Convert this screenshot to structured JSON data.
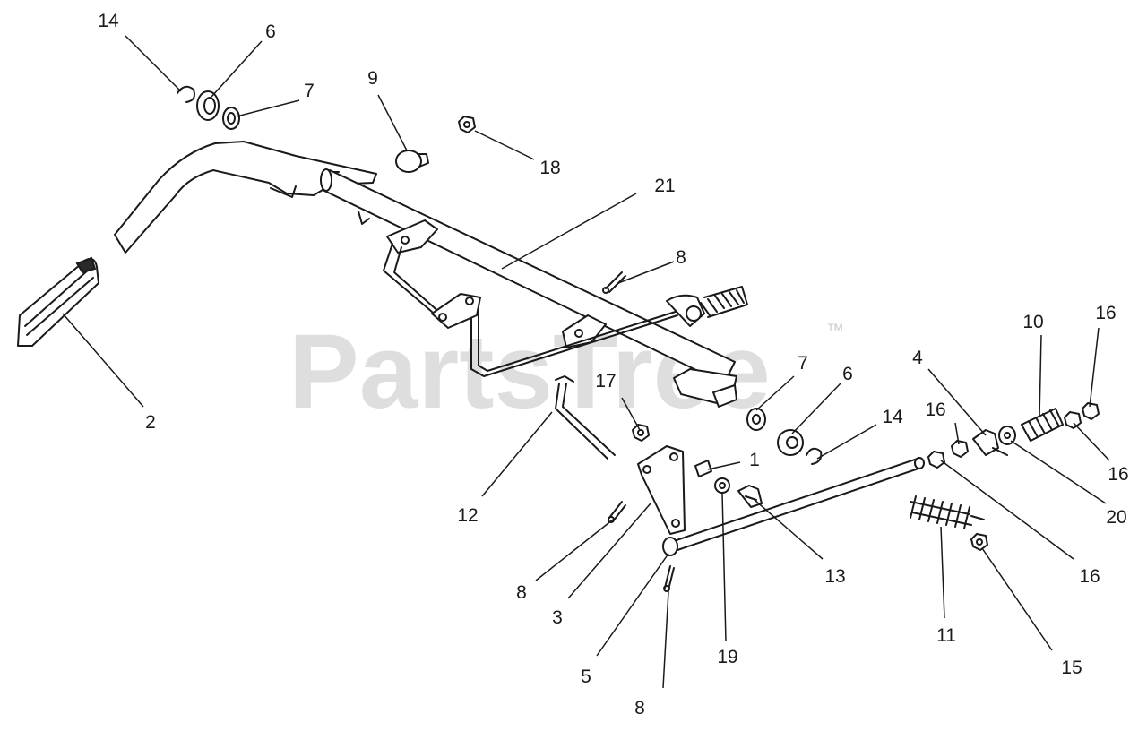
{
  "watermark": {
    "text": "PartsTree",
    "trademark": "™"
  },
  "callouts": [
    "14",
    "6",
    "7",
    "9",
    "18",
    "21",
    "8",
    "2",
    "7",
    "6",
    "14",
    "4",
    "10",
    "16",
    "16",
    "16",
    "20",
    "17",
    "12",
    "1",
    "13",
    "8",
    "3",
    "5",
    "19",
    "8",
    "11",
    "15",
    "16"
  ]
}
